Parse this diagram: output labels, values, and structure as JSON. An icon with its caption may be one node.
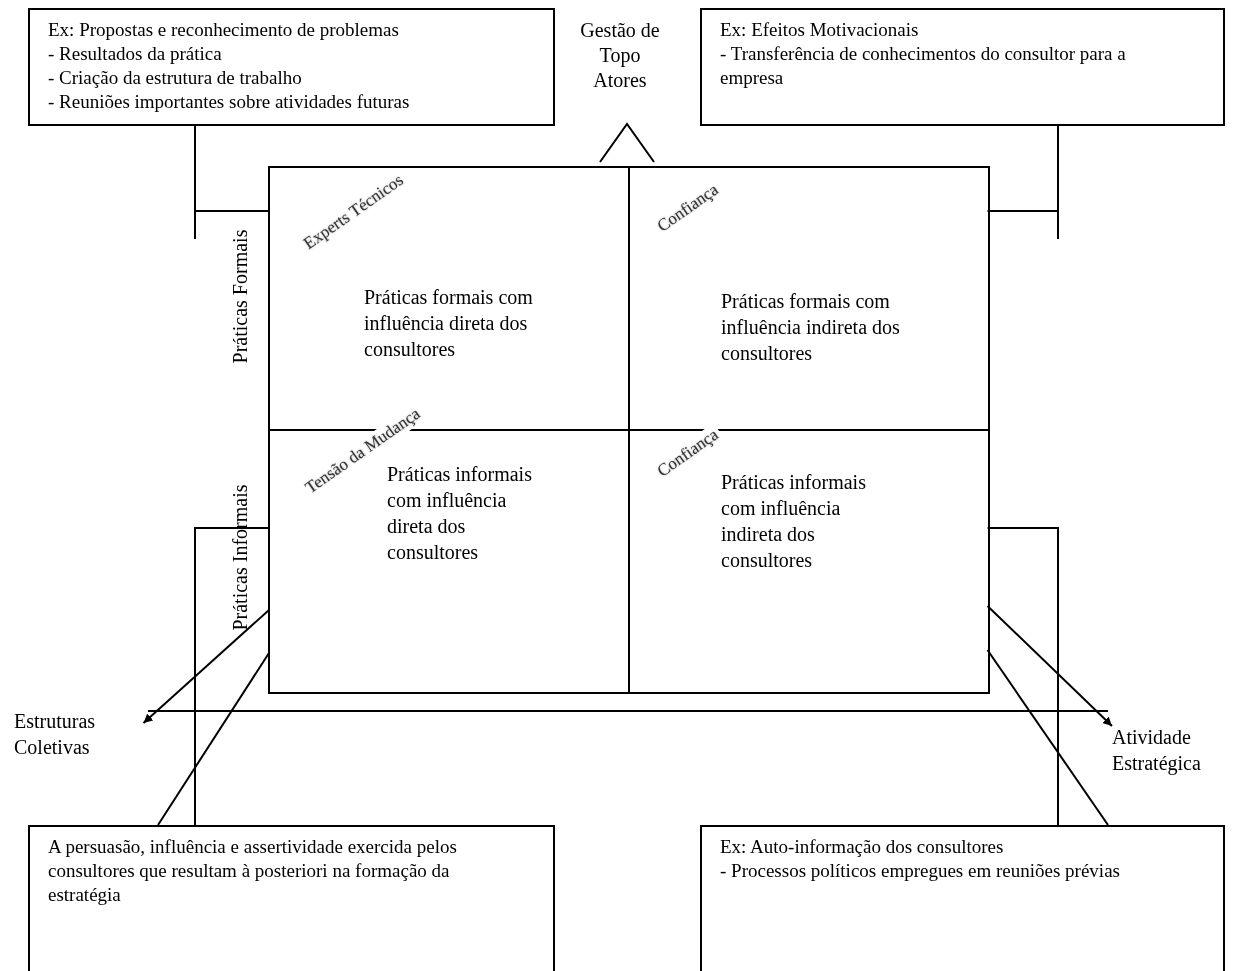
{
  "diagram": {
    "nodes": [
      {
        "text": [
          "Ex: Propostas e reconhecimento de problemas",
          "- Resultados da prática",
          "- Criação da estrutura de trabalho",
          "- Reuniões importantes sobre atividades futuras"
        ]
      },
      {
        "text": [
          "Ex: Efeitos Motivacionais",
          "- Transferência de conhecimentos do consultor para a empresa"
        ]
      },
      {
        "text": [],
        "shape": "box"
      },
      {
        "text": [
          "Experts Técnicos",
          "Práticas formais com influência direta dos consultores"
        ],
        "in": 2
      },
      {
        "text": [
          "Confiança",
          "Práticas formais com influência indireta dos consultores"
        ],
        "in": 2
      },
      {
        "text": [
          "Tensão da Mudança",
          "Práticas informais com influência direta dos consultores"
        ],
        "in": 2
      },
      {
        "text": [
          "Confiança",
          "Práticas informais com influência indireta dos consultores"
        ],
        "in": 2
      },
      {
        "text": [
          "Estruturas Coletivas"
        ]
      },
      {
        "text": [
          "Atividade Estratégica"
        ]
      },
      {
        "text": [
          "A persuasão, influência e assertividade exercida pelos consultores que resultam à posteriori na formação da estratégia"
        ]
      },
      {
        "text": [
          "Ex: Auto-informação dos consultores",
          "- Processos políticos empregues em reuniões prévias"
        ]
      }
    ],
    "edges": [
      {
        "from": 0,
        "to": 3,
        "arrow": "none"
      },
      {
        "from": 1,
        "to": 4,
        "arrow": "none"
      },
      {
        "from": 5,
        "to": 7,
        "arrow": "to"
      },
      {
        "from": 5,
        "to": 9,
        "arrow": "none"
      },
      {
        "from": 9,
        "to": 5,
        "arrow": "none"
      },
      {
        "from": 6,
        "to": 8,
        "arrow": "to"
      },
      {
        "from": 6,
        "to": 10,
        "arrow": "none"
      },
      {
        "from": 10,
        "to": 6,
        "arrow": "none"
      }
    ],
    "labels": [
      "Gestão de Topo Atores",
      "Práticas Formais",
      "Práticas Informais"
    ]
  }
}
